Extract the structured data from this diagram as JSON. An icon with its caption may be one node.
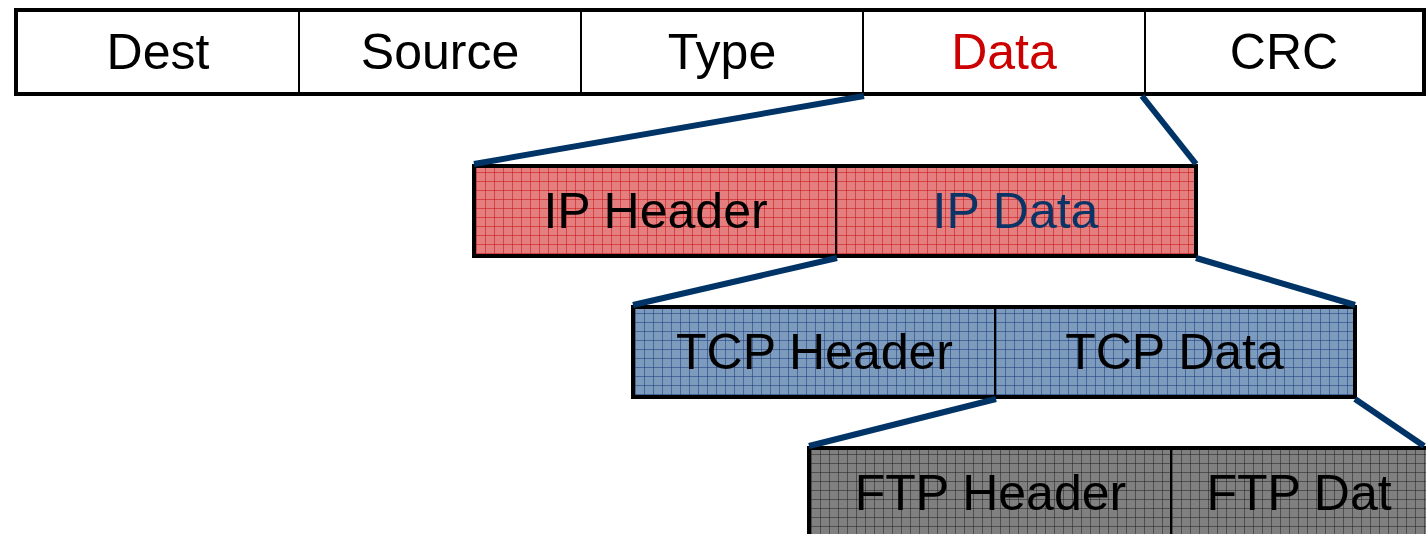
{
  "diagram": {
    "nodes": [
      {
        "text": [
          "Dest"
        ]
      },
      {
        "text": [
          "Source"
        ]
      },
      {
        "text": [
          "Type"
        ]
      },
      {
        "text": [
          "Data"
        ]
      },
      {
        "text": [
          "CRC"
        ]
      },
      {
        "text": [
          "IP Header"
        ]
      },
      {
        "text": [
          "IP Data"
        ]
      },
      {
        "text": [
          "TCP Header"
        ]
      },
      {
        "text": [
          "TCP Data"
        ]
      },
      {
        "text": [
          "FTP Header"
        ]
      },
      {
        "text": [
          "FTP Dat"
        ]
      }
    ],
    "edges": [
      {
        "from": 3,
        "to": 5,
        "arrow": "none"
      },
      {
        "from": 3,
        "to": 6,
        "arrow": "none"
      },
      {
        "from": 6,
        "to": 7,
        "arrow": "none"
      },
      {
        "from": 6,
        "to": 8,
        "arrow": "none"
      },
      {
        "from": 8,
        "to": 9,
        "arrow": "none"
      },
      {
        "from": 8,
        "to": 10,
        "arrow": "none"
      }
    ]
  }
}
